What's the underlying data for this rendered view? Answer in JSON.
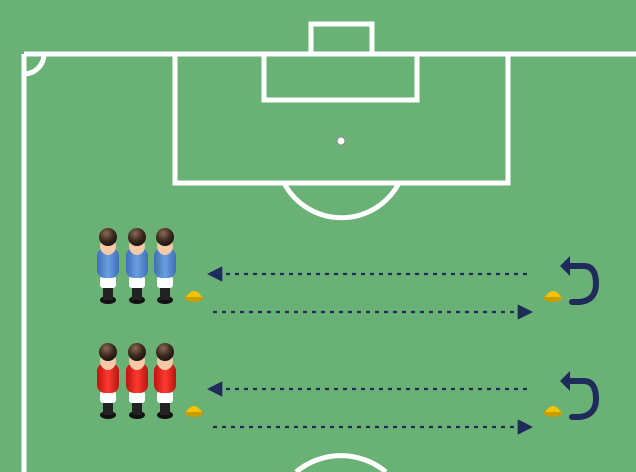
{
  "pitch": {
    "grass_color": "#6ab175",
    "line_color": "#ffffff"
  },
  "teams": [
    {
      "jersey": "#5b8fd6",
      "shorts": "#ffffff",
      "hair": "#3b2a1f",
      "players": 3
    },
    {
      "jersey": "#e8231c",
      "shorts": "#ffffff",
      "hair": "#3b2a1f",
      "players": 3
    }
  ],
  "cone_color": "#f5c400",
  "arrow_color": "#1f2b5a",
  "lanes": [
    {
      "team": 0,
      "return_icon": "u-turn-arrow-icon"
    },
    {
      "team": 1,
      "return_icon": "u-turn-arrow-icon"
    }
  ]
}
